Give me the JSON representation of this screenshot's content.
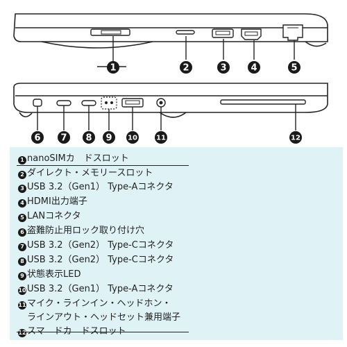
{
  "markers": [
    "1",
    "2",
    "3",
    "4",
    "5",
    "6",
    "7",
    "8",
    "9",
    "10",
    "11",
    "12"
  ],
  "legend": [
    {
      "num": "1",
      "text": "nanoSIMカ　ドスロット"
    },
    {
      "num": "2",
      "text": "ダイレクト・メモリースロット"
    },
    {
      "num": "3",
      "text": "USB 3.2（Gen1） Type-Aコネクタ"
    },
    {
      "num": "4",
      "text": "HDMI出力端子"
    },
    {
      "num": "5",
      "text": "LANコネクタ"
    },
    {
      "num": "6",
      "text": "盗難防止用ロック取り付け穴"
    },
    {
      "num": "7",
      "text": "USB 3.2（Gen2） Type-Cコネクタ"
    },
    {
      "num": "8",
      "text": "USB 3.2（Gen2） Type-Cコネクタ"
    },
    {
      "num": "9",
      "text": "状態表示LED"
    },
    {
      "num": "10",
      "text": "USB 3.2（Gen1） Type-Aコネクタ"
    },
    {
      "num": "11",
      "text": "マイク・ラインイン・ヘッドホン・",
      "text2": "ラインアウト・ヘッドセット兼用端子"
    },
    {
      "num": "12",
      "text": "スマ　ドカ　ドスロット"
    }
  ]
}
